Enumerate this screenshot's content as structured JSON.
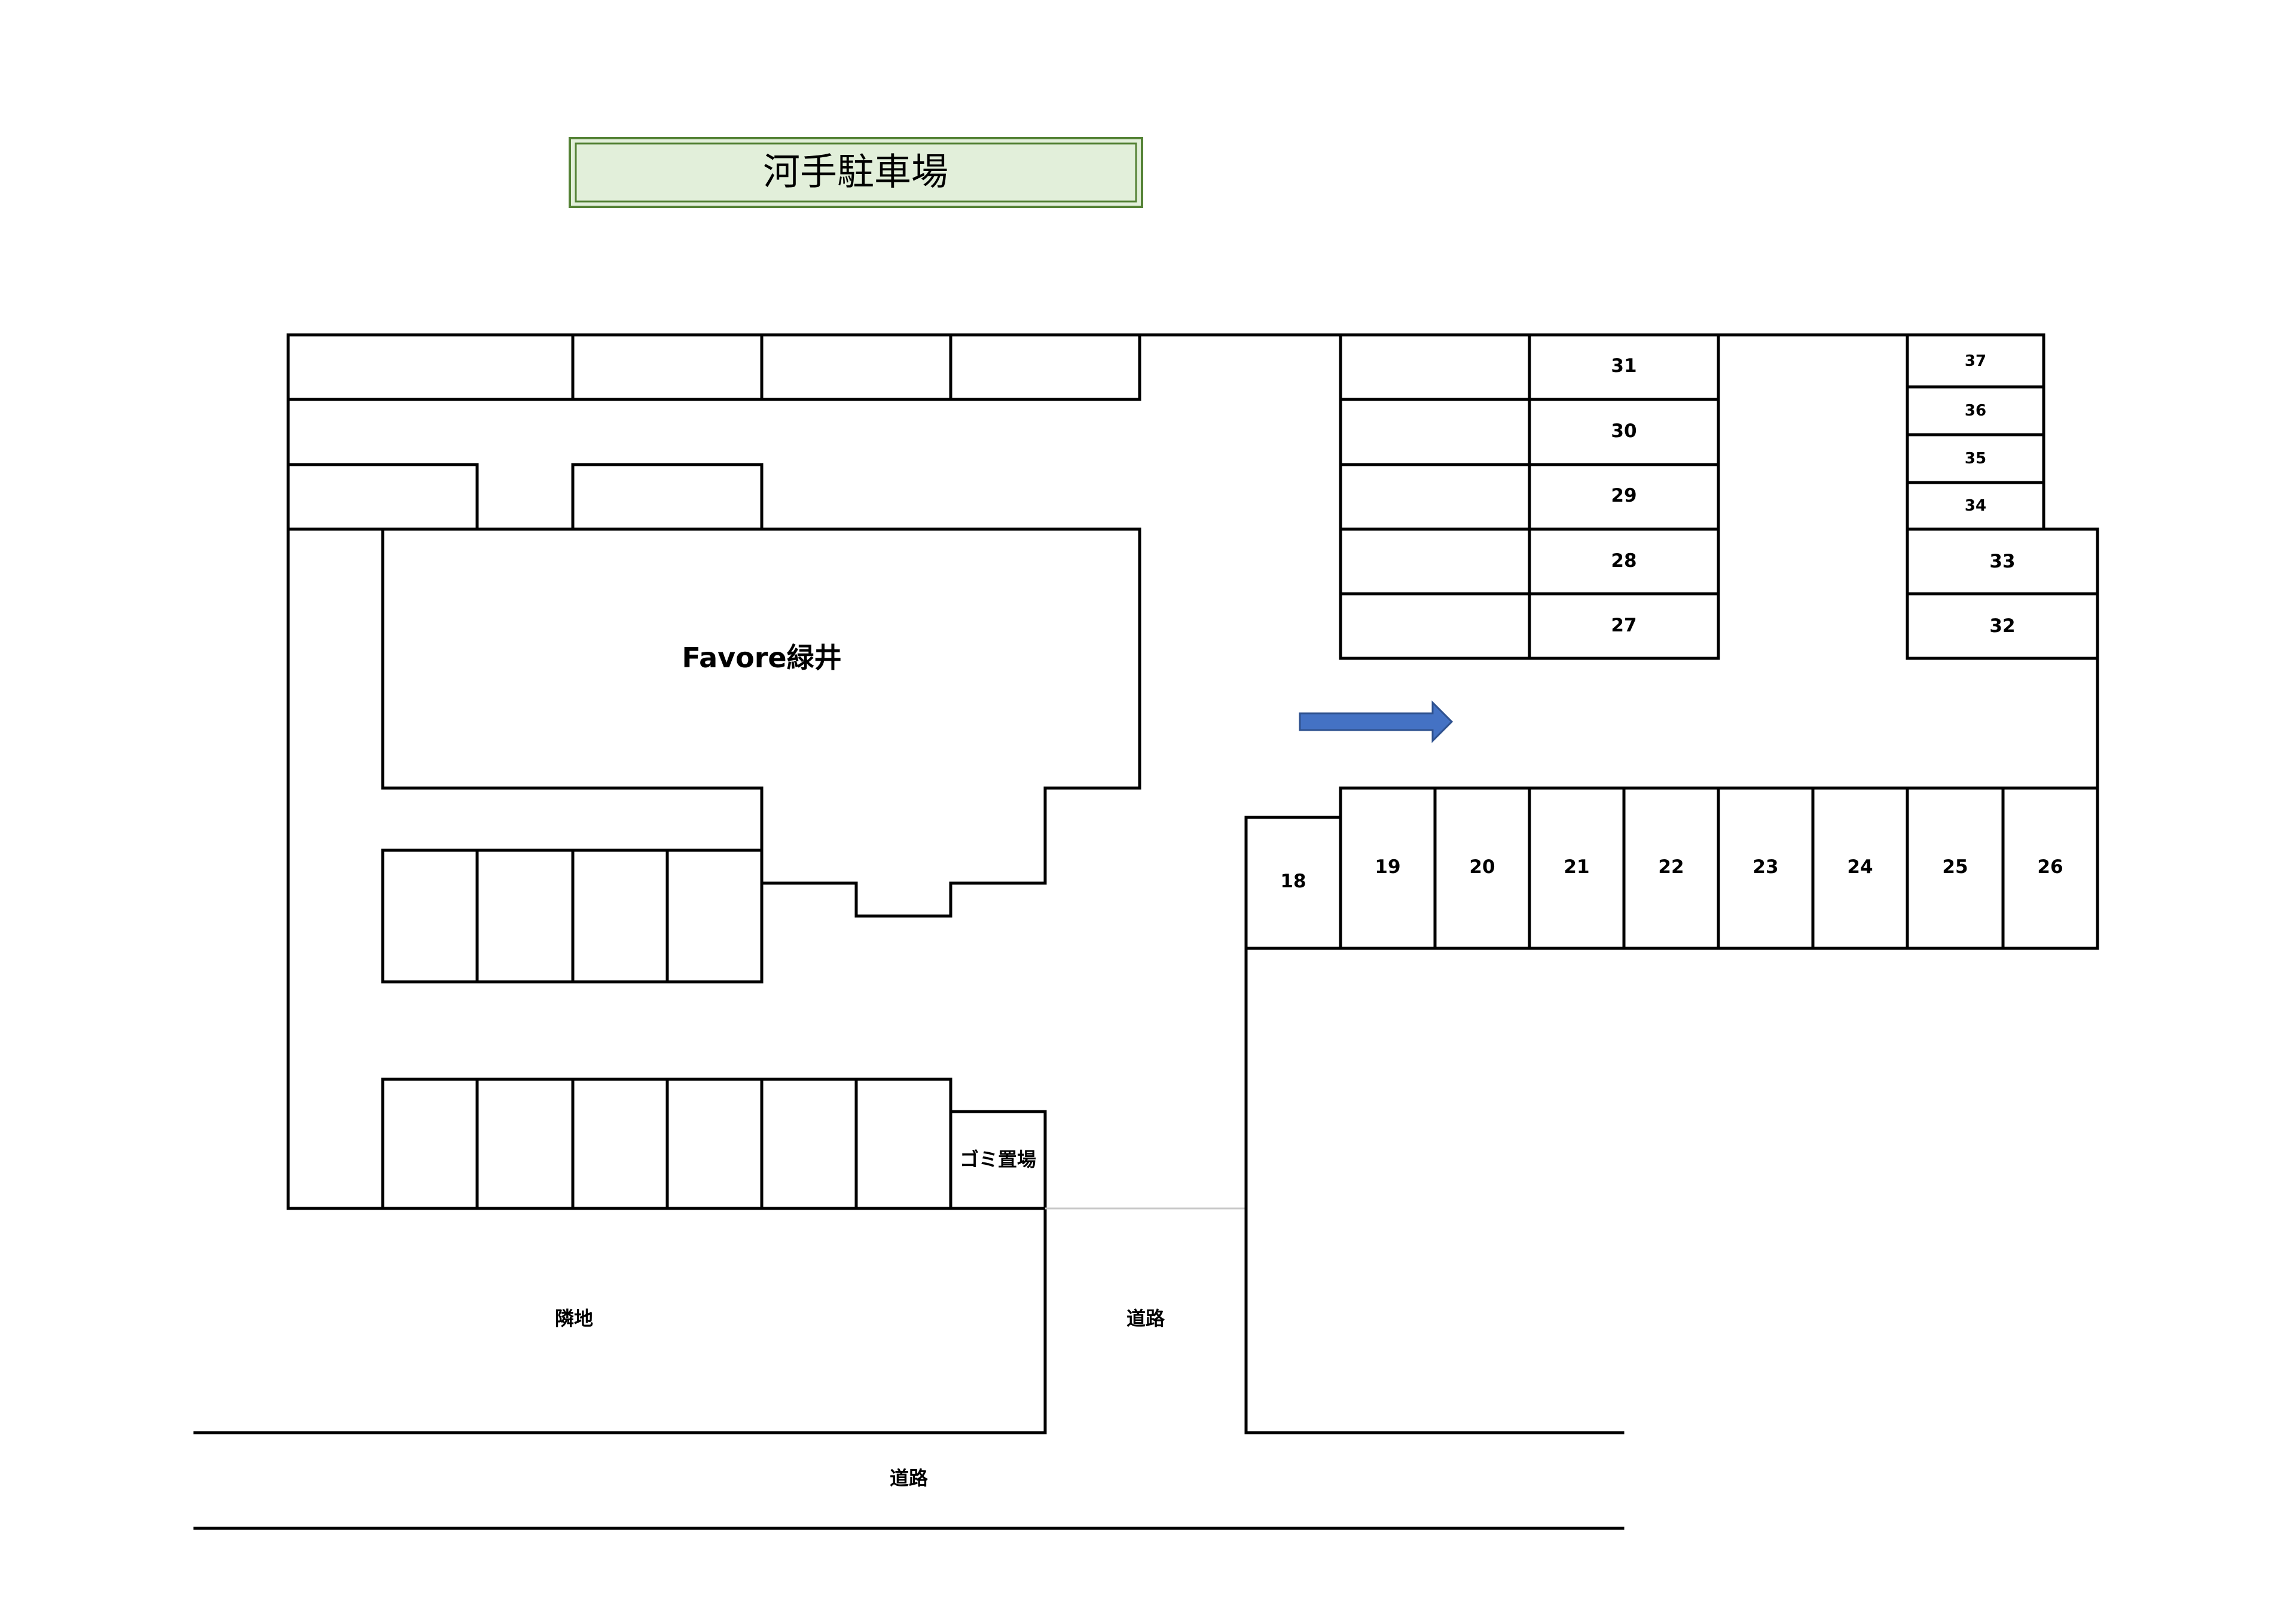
{
  "title": "河手駐車場",
  "building": "Favore緑井",
  "garbage": "ゴミ置場",
  "neighbor_land": "隣地",
  "road_side": "道路",
  "road_bottom": "道路",
  "spaces": {
    "s18": "18",
    "s19": "19",
    "s20": "20",
    "s21": "21",
    "s22": "22",
    "s23": "23",
    "s24": "24",
    "s25": "25",
    "s26": "26",
    "s27": "27",
    "s28": "28",
    "s29": "29",
    "s30": "30",
    "s31": "31",
    "s32": "32",
    "s33": "33",
    "s34": "34",
    "s35": "35",
    "s36": "36",
    "s37": "37"
  },
  "colors": {
    "title_fill": "#e2efda",
    "title_border": "#548235",
    "arrow": "#4472c4",
    "arrow_border": "#2f528f"
  }
}
